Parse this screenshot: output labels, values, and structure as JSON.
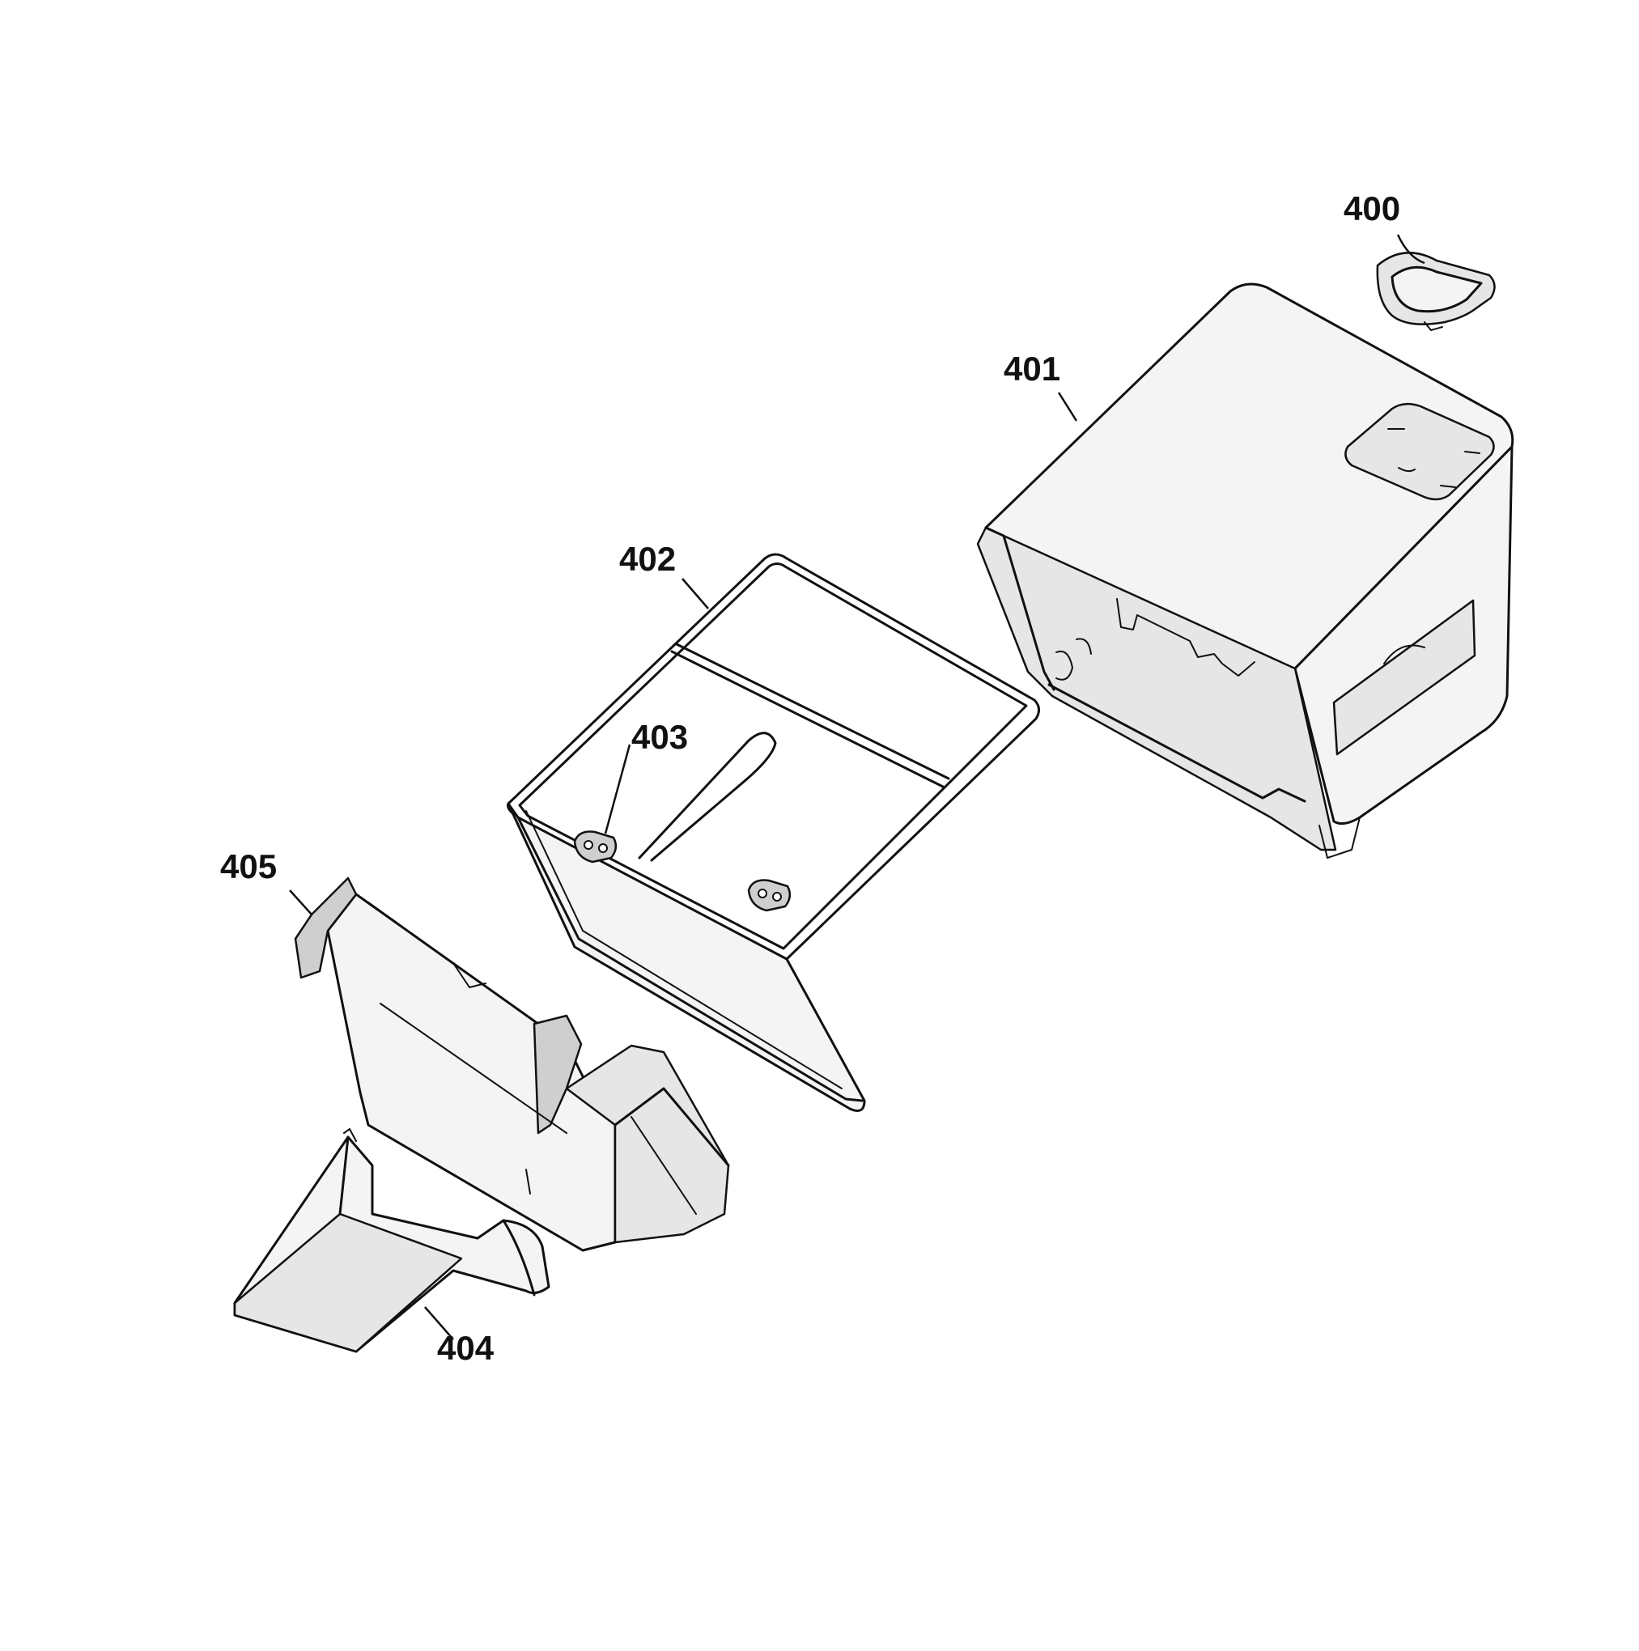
{
  "diagram": {
    "type": "exploded-parts-view",
    "parts": [
      {
        "id": "part-400",
        "label": "400"
      },
      {
        "id": "part-401",
        "label": "401"
      },
      {
        "id": "part-402",
        "label": "402"
      },
      {
        "id": "part-403",
        "label": "403"
      },
      {
        "id": "part-404",
        "label": "404"
      },
      {
        "id": "part-405",
        "label": "405"
      }
    ]
  }
}
